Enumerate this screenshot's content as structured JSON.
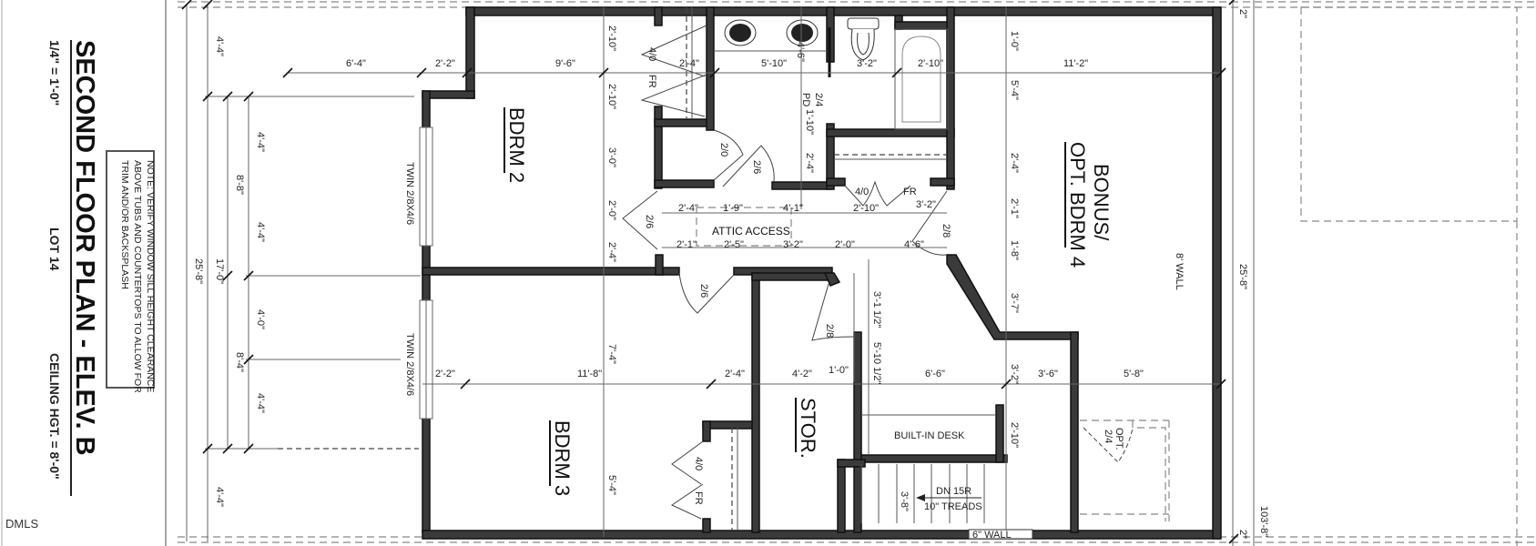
{
  "title_block": {
    "title": "SECOND FLOOR PLAN - ELEV. B",
    "scale": "1/4\" = 1'-0\"",
    "lot": "LOT 14",
    "ceiling": "CEILING HGT. = 8'-0\"",
    "note_lines": [
      "NOTE: VERIFY WINDOW SILL HEIGHT CLEARANCE",
      "ABOVE TUBS AND COUNTERTOPS TO ALLOW FOR",
      "TRIM AND/OR BACKSPLASH"
    ]
  },
  "watermark": "DMLS",
  "rooms": {
    "bdrm2": "BDRM 2",
    "bdrm3": "BDRM 3",
    "bonus_line1": "BONUS/",
    "bonus_line2": "OPT. BDRM 4",
    "stor": "STOR.",
    "attic": "ATTIC ACCESS",
    "desk": "BUILT-IN DESK",
    "stairs_line1": "DN 15R",
    "stairs_line2": "10\" TREADS",
    "wall_6": "6\" WALL",
    "wall_8": "8' WALL"
  },
  "windows": {
    "bdrm2": "TWIN 2/8X4/6",
    "bdrm3": "TWIN 2/8X4/6"
  },
  "doors": {
    "bdrm2_closet": "4/0",
    "bdrm2_closet_type": "FR",
    "linen": "2/0",
    "bath": "2/6",
    "pocket": "2/4",
    "pocket_type": "PD",
    "hall_closet": "4/0",
    "hall_closet_type": "FR",
    "bdrm2": "2/6",
    "bdrm3": "2/6",
    "stor": "2/8",
    "bonus": "2/8",
    "bdrm3_closet": "4/0",
    "bdrm3_closet_type": "FR",
    "opt": "OPT.",
    "opt_size": "2/4"
  },
  "dimensions": {
    "left_outer": "25'-8\"",
    "left_mid": "17'-0\"",
    "left_top": "4'-4\"",
    "left_bottom": "4'-4\"",
    "left_win1_a": "4'-4\"",
    "left_win1_total": "8'-8\"",
    "left_win1_b": "4'-4\"",
    "left_win2_a": "4'-0\"",
    "left_win2_total": "8'-4\"",
    "left_win2_b": "4'-4\"",
    "top_6_4": "6'-4\"",
    "top_2_2": "2'-2\"",
    "top_9_6": "9'-6\"",
    "top_2_4": "2'-4\"",
    "top_5_10": "5'-10\"",
    "top_3_2": "3'-2\"",
    "top_2_10": "2'-10\"",
    "top_11_2": "11'-2\"",
    "vanity_4_6": "4'-6\"",
    "b2_2_10a": "2'-10\"",
    "b2_2_10b": "2'-10\"",
    "b2_3_0": "3'-0\"",
    "b2_2_0": "2'-0\"",
    "b2_2_4": "2'-4\"",
    "bath_1_10": "1'-10\"",
    "bath_2_4": "2'-4\"",
    "hall_2_4": "2'-4\"",
    "hall_1_9": "1'-9\"",
    "hall_4_1": "4'-1\"",
    "hall_2_10": "2'-10\"",
    "hall_3_2": "3'-2\"",
    "hall_2_1": "2'-1\"",
    "hall_2_5": "2'-5\"",
    "hall_3_2b": "3'-2\"",
    "hall_2_0": "2'-0\"",
    "hall_4_6": "4'-6\"",
    "bonus_1_0": "1'-0\"",
    "bonus_5_4": "5'-4\"",
    "bonus_2_4": "2'-4\"",
    "bonus_2_1": "2'-1\"",
    "bonus_1_8": "1'-8\"",
    "bonus_3_7": "3'-7\"",
    "bonus_3_2": "3'-2\"",
    "bonus_2_10": "2'-10\"",
    "bonus_3_6": "3'-6\"",
    "bonus_5_8": "5'-8\"",
    "mid_3_1_half": "3'-1 1/2\"",
    "mid_5_10_half": "5'-10 1/2\"",
    "b3_2_2": "2'-2\"",
    "b3_11_8": "11'-8\"",
    "b3_2_4": "2'-4\"",
    "b3_7_4": "7'-4\"",
    "b3_5_4": "5'-4\"",
    "stor_4_2": "4'-2\"",
    "stor_1_0": "1'-0\"",
    "desk_6_6": "6'-6\"",
    "stair_3_8": "3'-8\"",
    "right_outer": "25'-8\"",
    "right_total": "103'-8\"",
    "right_top": "2\"",
    "right_bottom": "2\""
  }
}
